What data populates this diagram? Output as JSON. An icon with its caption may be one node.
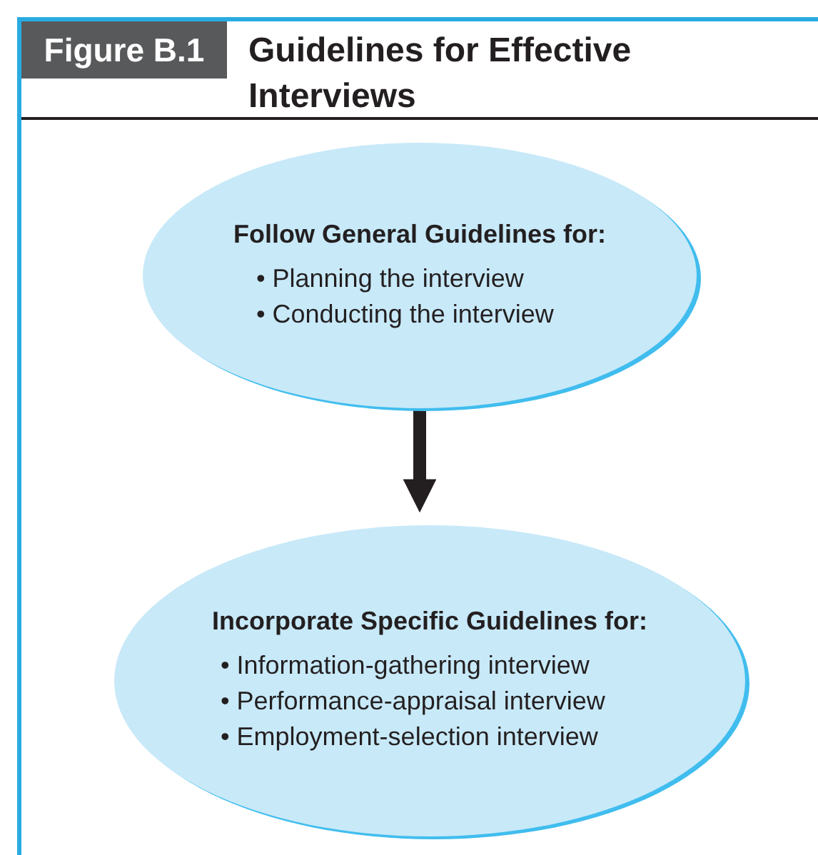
{
  "diagram": {
    "title": "Guidelines for Effective Interviews",
    "nodes": [
      {
        "text": [
          "Follow General Guidelines for:",
          "• Planning the interview",
          "• Conducting the interview"
        ]
      },
      {
        "text": [
          "Incorporate Specific Guidelines for:",
          "• Information-gathering interview",
          "• Performance-appraisal interview",
          "• Employment-selection interview"
        ]
      }
    ],
    "edges": [
      {
        "from": 0,
        "to": 1,
        "arrow": "to"
      }
    ],
    "labels": [
      "Figure B.1"
    ]
  }
}
